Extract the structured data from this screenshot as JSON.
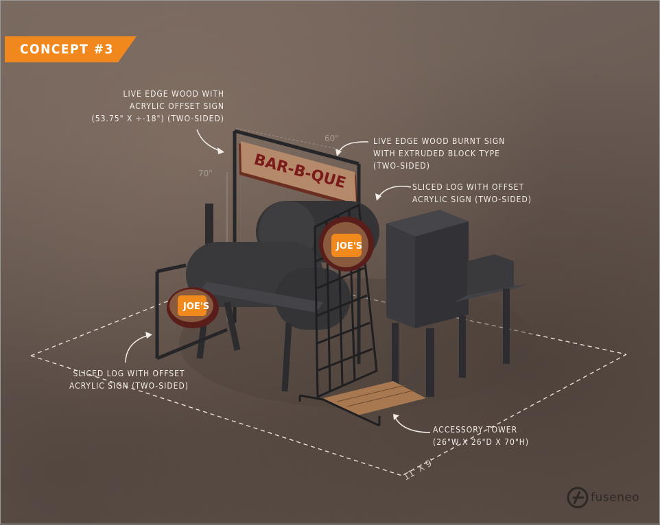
{
  "badge": "CONCEPT #3",
  "notes": {
    "sign_live_edge": [
      "LIVE EDGE WOOD WITH",
      "ACRYLIC OFFSET SIGN",
      "(53.75\" X ÷-18\") (TWO-SIDED)"
    ],
    "sign_burnt": [
      "LIVE EDGE WOOD BURNT SIGN",
      "WITH EXTRUDED BLOCK TYPE",
      "(TWO-SIDED)"
    ],
    "sliced_log_right": [
      "SLICED LOG WITH OFFSET",
      "ACRYLIC SIGN (TWO-SIDED)"
    ],
    "sliced_log_left": [
      "SLICED LOG WITH OFFSET",
      "ACRYLIC SIGN (TWO-SIDED)"
    ],
    "accessory_tower": [
      "ACCESSORY TOWER",
      "(26\"W X 26\"D X 70\"H)"
    ]
  },
  "dimensions": {
    "width": "60\"",
    "height": "70\"",
    "floor": "11' X 9'"
  },
  "sign_text": "BAR-B-QUE",
  "log_sign_text": "JOE'S",
  "brand": "fuseneo",
  "colors": {
    "accent": "#f0881e",
    "sign_wood": "#b58a6a",
    "sign_text": "#7a1a1a",
    "smoker": "#3b3a3d"
  }
}
